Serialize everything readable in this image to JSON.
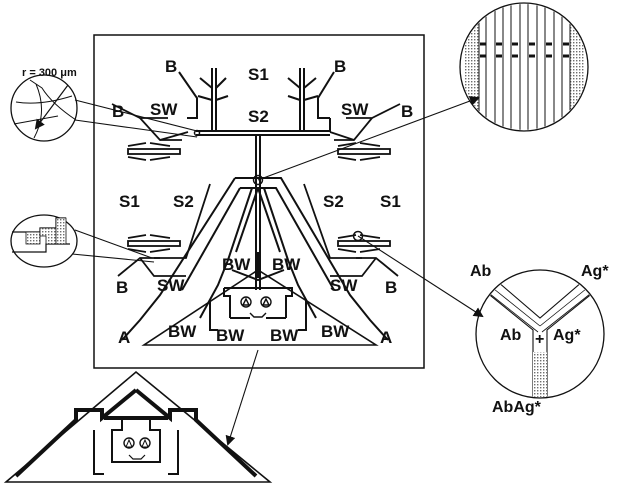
{
  "labels": {
    "radius": "r = 300 μm",
    "s1": "S1",
    "s2": "S2",
    "b": "B",
    "sw": "SW",
    "bw": "BW",
    "a": "A"
  },
  "antibody_inset": {
    "ab": "Ab",
    "ag": "Ag*",
    "ab_center": "Ab",
    "plus": "+",
    "ag_center": "Ag*",
    "product": "AbAg*"
  },
  "colors": {
    "ink": "#111111",
    "hatch": "#9a9a9a",
    "background": "#ffffff"
  }
}
